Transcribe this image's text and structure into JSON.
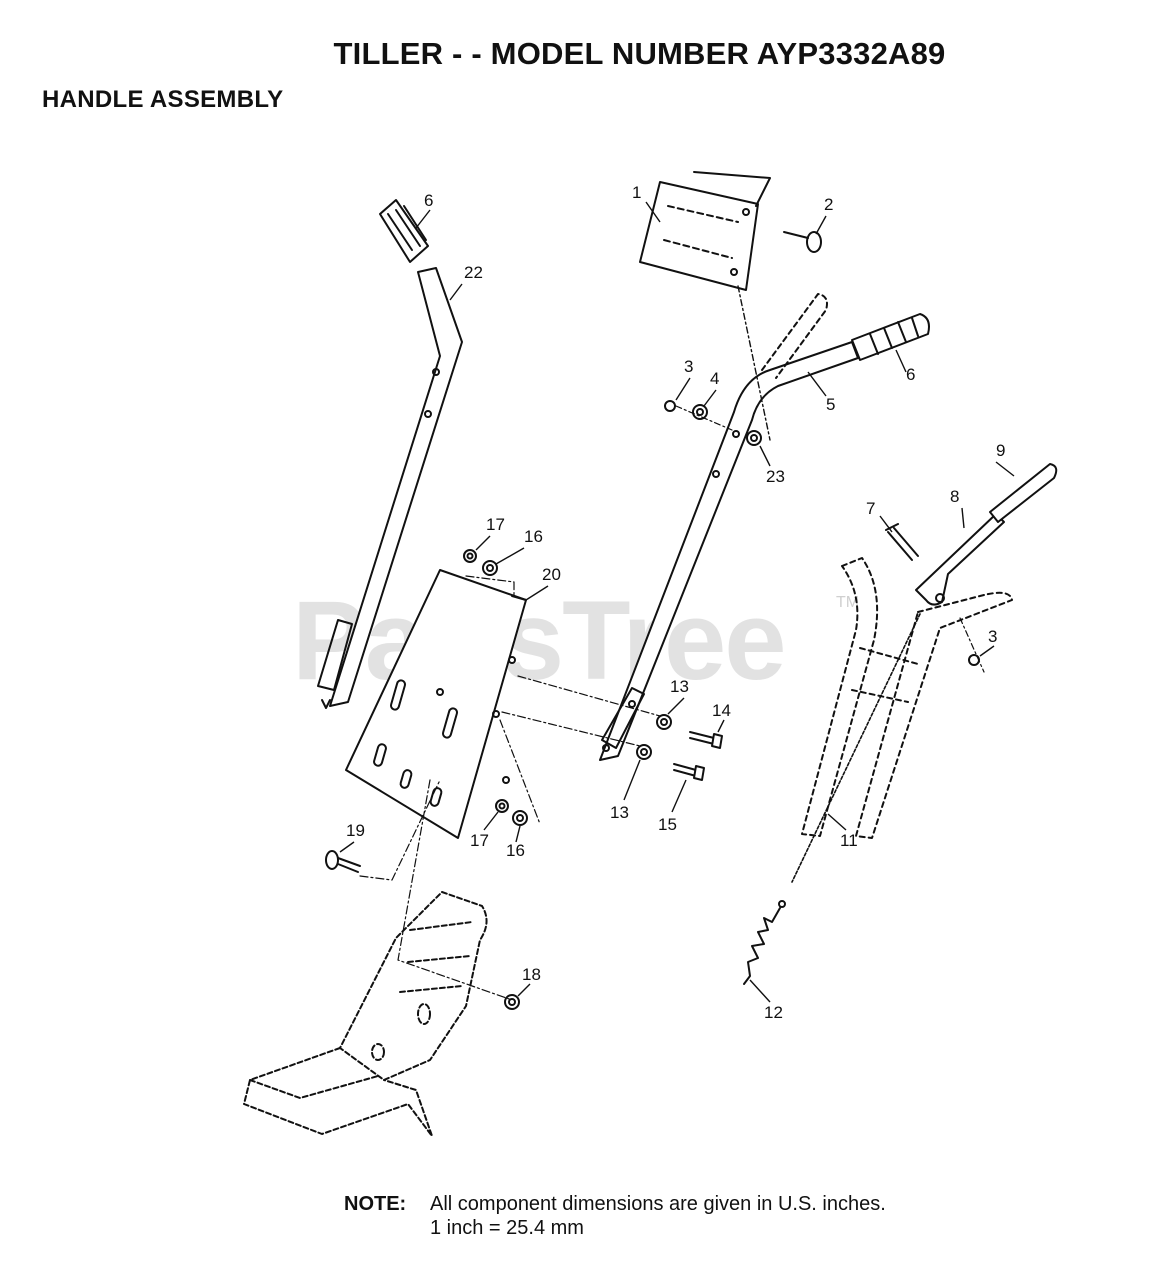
{
  "title": "TILLER - - MODEL NUMBER AYP3332A89",
  "subtitle": "HANDLE ASSEMBLY",
  "watermark": {
    "text": "PartsTree",
    "tm": "TM"
  },
  "note": {
    "label": "NOTE:",
    "line1": "All component dimensions are given in U.S. inches.",
    "line2": "1 inch = 25.4 mm"
  },
  "callouts": [
    {
      "id": "c6a",
      "label": "6"
    },
    {
      "id": "c22",
      "label": "22"
    },
    {
      "id": "c1",
      "label": "1"
    },
    {
      "id": "c2",
      "label": "2"
    },
    {
      "id": "c3a",
      "label": "3"
    },
    {
      "id": "c4",
      "label": "4"
    },
    {
      "id": "c6b",
      "label": "6"
    },
    {
      "id": "c5",
      "label": "5"
    },
    {
      "id": "c23",
      "label": "23"
    },
    {
      "id": "c9",
      "label": "9"
    },
    {
      "id": "c7",
      "label": "7"
    },
    {
      "id": "c8",
      "label": "8"
    },
    {
      "id": "c3b",
      "label": "3"
    },
    {
      "id": "c17a",
      "label": "17"
    },
    {
      "id": "c16a",
      "label": "16"
    },
    {
      "id": "c20",
      "label": "20"
    },
    {
      "id": "c13a",
      "label": "13"
    },
    {
      "id": "c14",
      "label": "14"
    },
    {
      "id": "c13b",
      "label": "13"
    },
    {
      "id": "c15",
      "label": "15"
    },
    {
      "id": "c17b",
      "label": "17"
    },
    {
      "id": "c16b",
      "label": "16"
    },
    {
      "id": "c19",
      "label": "19"
    },
    {
      "id": "c11",
      "label": "11"
    },
    {
      "id": "c18",
      "label": "18"
    },
    {
      "id": "c12",
      "label": "12"
    }
  ]
}
